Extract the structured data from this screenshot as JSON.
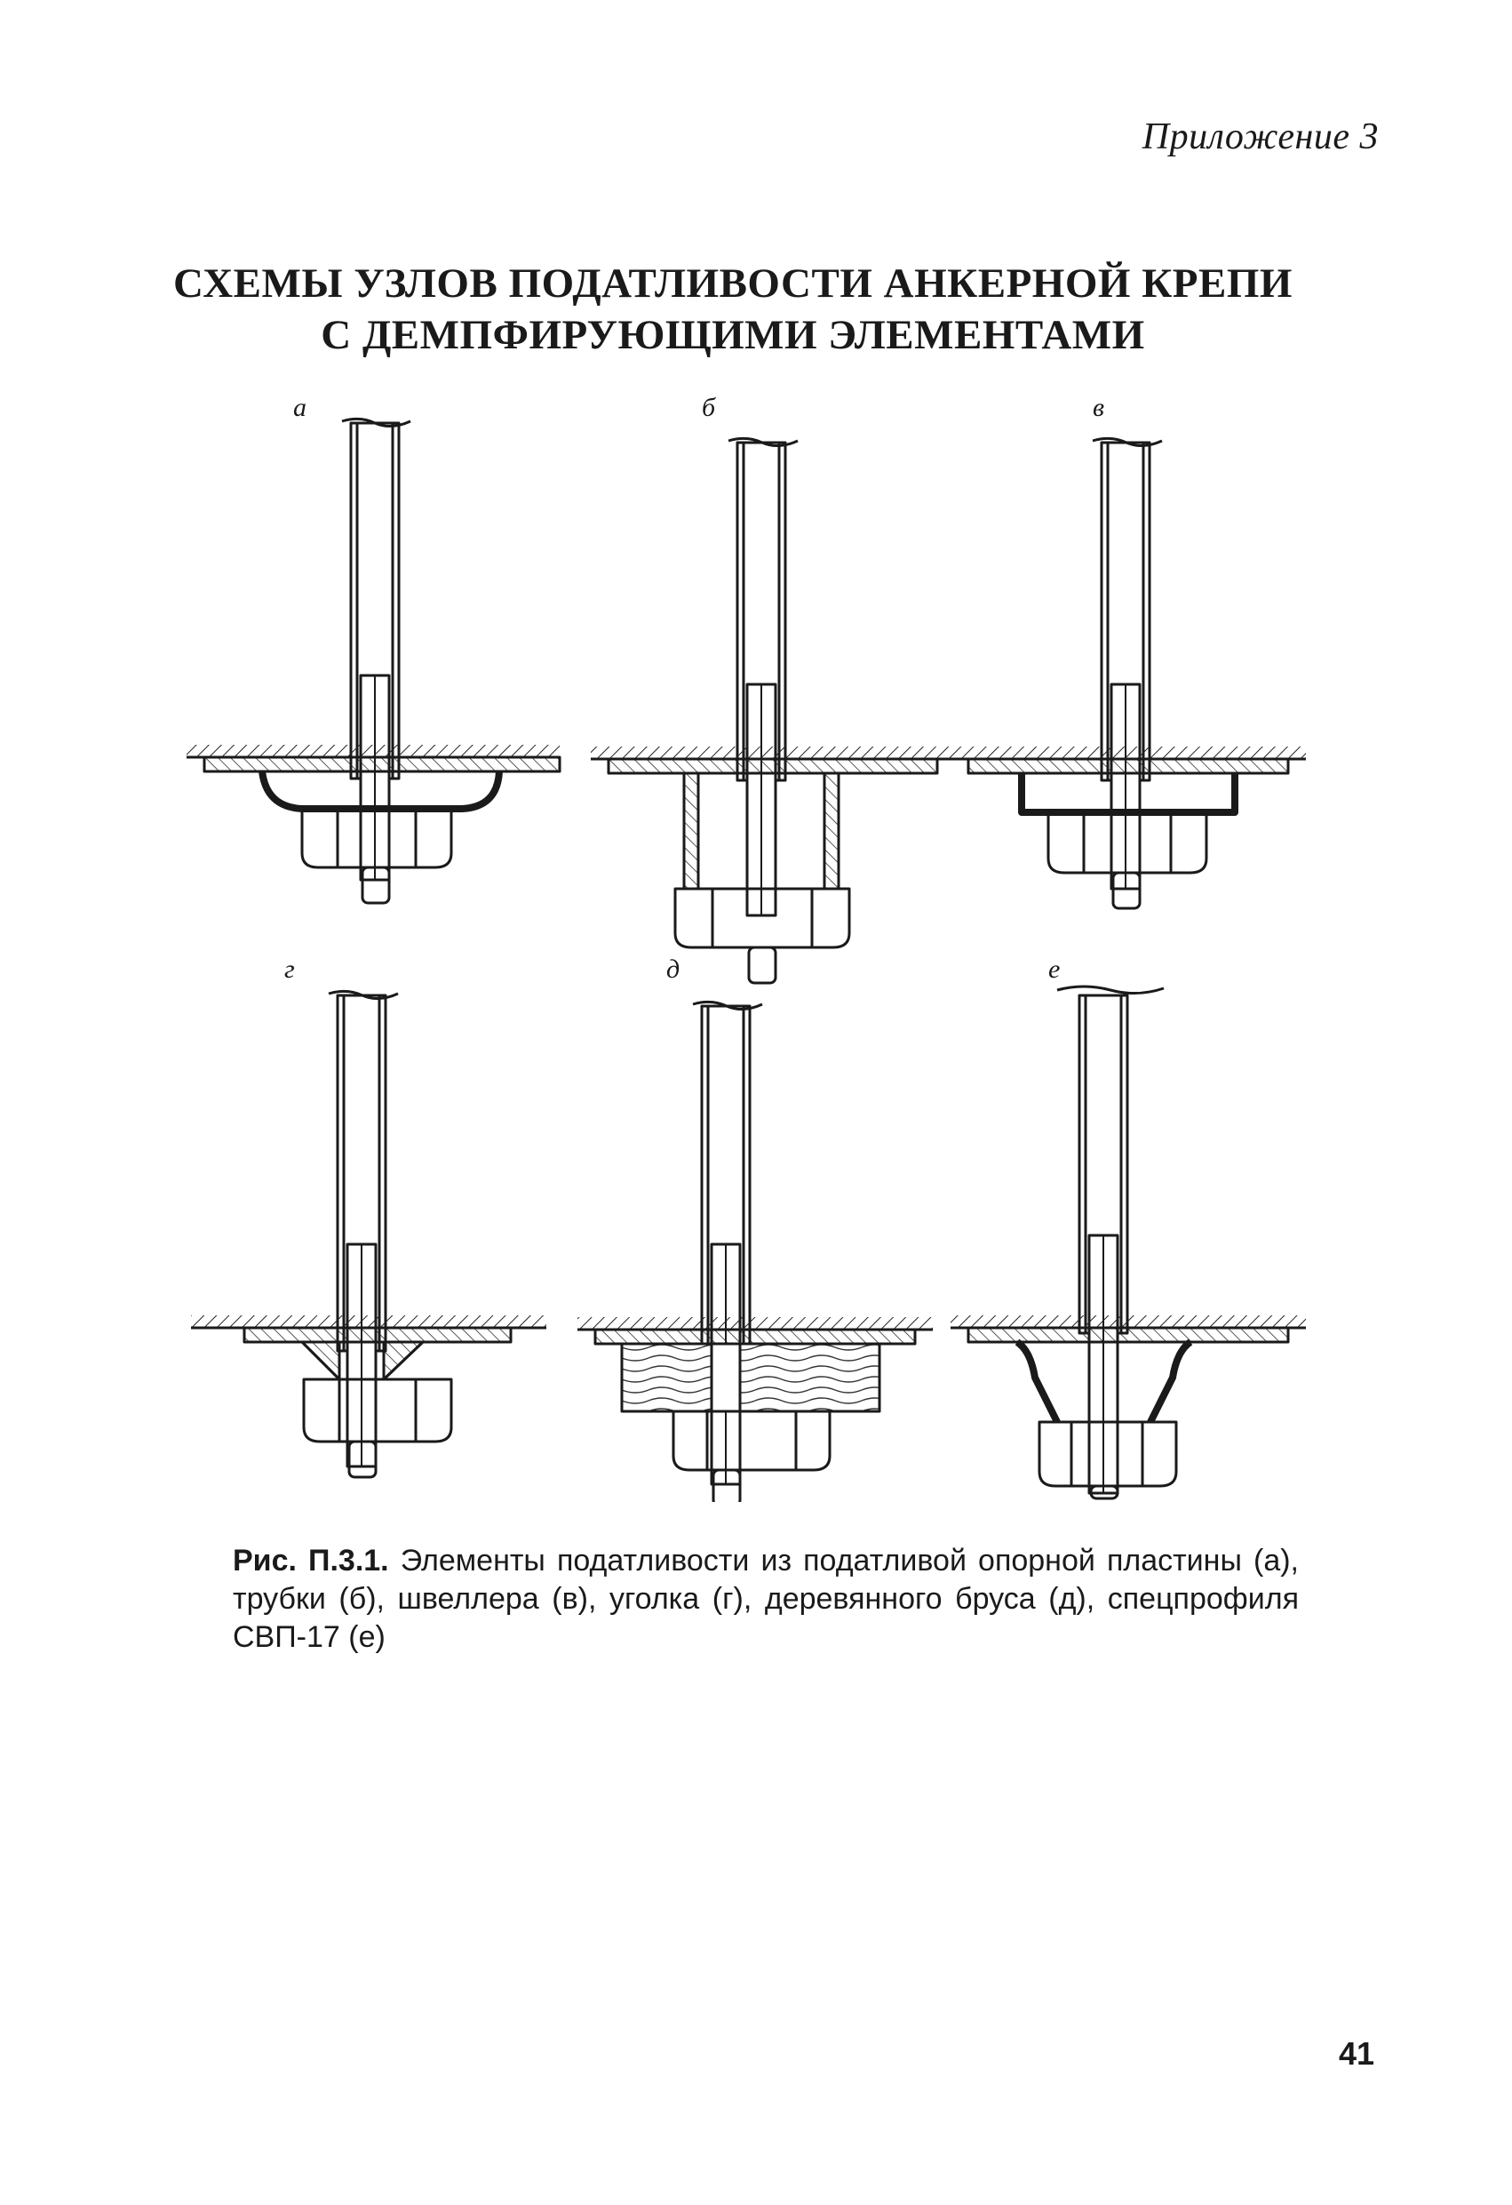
{
  "header": {
    "appendix": "Приложение 3"
  },
  "title": {
    "line1": "СХЕМЫ УЗЛОВ ПОДАТЛИВОСТИ АНКЕРНОЙ КРЕПИ",
    "line2": "С ДЕМПФИРУЮЩИМИ ЭЛЕМЕНТАМИ"
  },
  "figure": {
    "panels": [
      {
        "label": "а"
      },
      {
        "label": "б"
      },
      {
        "label": "в"
      },
      {
        "label": "г"
      },
      {
        "label": "д"
      },
      {
        "label": "е"
      }
    ]
  },
  "caption": {
    "label": "Рис. П.3.1.",
    "text": " Элементы податливости из податливой опорной пластины (а), трубки (б), швеллера (в), уголка (г), деревянного бруса (д), спецпрофиля СВП-17 (е)"
  },
  "footer": {
    "page_number": "41"
  }
}
